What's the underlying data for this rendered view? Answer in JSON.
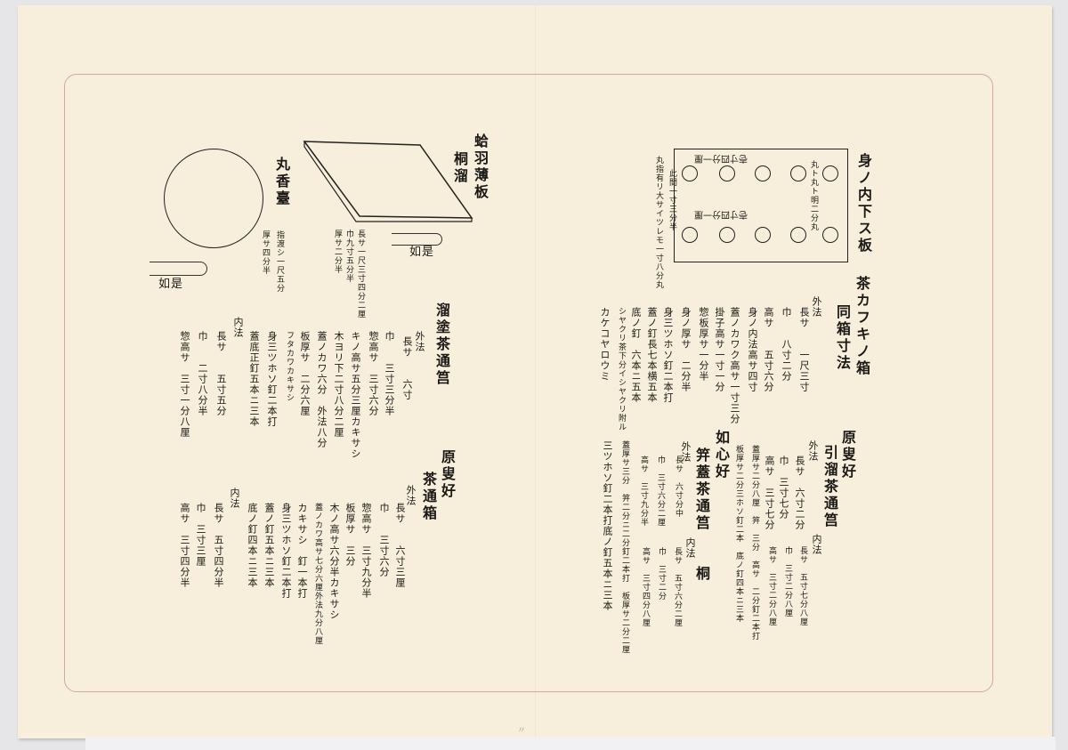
{
  "colors": {
    "paper": "#f7eedb",
    "frame": "#d6a79a",
    "ink": "#1b1a17",
    "background": "#e6e6e8"
  },
  "left_page": {
    "fig_round_tray": {
      "title": "丸香臺",
      "dims": [
        "指渡シ一尺五分",
        "厚サ四分半"
      ],
      "caption": "如是"
    },
    "fig_board": {
      "title": [
        "蛤羽薄板",
        "桐溜"
      ],
      "dims": [
        "長サ一尺三寸四分二厘",
        "巾九寸五分半",
        "厚サ二分半"
      ],
      "caption": "如是"
    },
    "section1": {
      "title": "溜塗茶通筥",
      "outer_label": "外法",
      "lines": [
        "長サ　　六寸",
        "巾　　三寸三分半",
        "惣高サ　三寸六分",
        "キノ高サ五分三厘カキサシ",
        "木ヨリ下二寸八分二厘",
        "蓋ノカワ六分　外法八分",
        "板厚サ　二分六厘",
        "フタカワカキサシ",
        "身三ツホソ釘二本打",
        "蓋底正釘五本ニ三本"
      ],
      "inner_label": "内法",
      "inner_lines": [
        "長サ　　五寸五分",
        "巾　　二寸八分半",
        "惣高サ　三寸一分八厘"
      ]
    },
    "section2": {
      "prefix": "原叟好",
      "title": "茶通箱",
      "outer_label": "外法",
      "lines": [
        "長サ　　六寸三厘",
        "巾　　三寸六分",
        "惣高サ　三寸九分半",
        "板厚サ　三分",
        "木ノ高サ六分半カキサシ",
        "蓋ノカワ高サ七分六厘外法九分八厘",
        "カキサシ　釘一本打",
        "身三ツホソ釘二本打",
        "蓋ノ釘五本ニ三本",
        "底ノ釘四本ニ三本"
      ],
      "inner_label": "内法",
      "inner_lines": [
        "長サ　五寸四分半",
        "巾　三寸三厘",
        "高サ　三寸四分半"
      ]
    }
  },
  "right_page": {
    "fig_inner_board": {
      "title": "身ノ内下ス板",
      "note_right": "丸ト丸ト明二分丸",
      "note_left1": "此間一寸三分半",
      "note_left2": "丸指有リ大サイツレモ一寸八分丸",
      "label_top": "壱寸四分一厘",
      "label_bottom": "壱寸四分一厘"
    },
    "section1": {
      "title": "茶カフキノ箱",
      "subtitle": "同箱寸法",
      "outer_label": "外法",
      "lines": [
        "長サ　　一尺三寸",
        "巾　　八寸二分",
        "高サ　　五寸六分",
        "身ノ内法高サ四寸",
        "蓋ノカワク高サ一寸三分",
        "掛子高サ一寸一分",
        "惣板厚サ一分半",
        "身ノ厚サ　二分半",
        "身三ツホソ釘二本打",
        "蓋ノ釘長七本横五本",
        "底ノ釘　六本ニ五本",
        "シヤクリ茶下分イシヤクリ附ル",
        "カケコヤロウミ"
      ]
    },
    "section2": {
      "prefix": "原叟好",
      "title": "引溜茶通筥",
      "outer_label": "外法",
      "lines": [
        "長サ　六寸二分",
        "巾　三寸七分",
        "高サ　三寸七分"
      ],
      "inner_label": "内法",
      "inner_lines": [
        "長サ　五寸七分八厘",
        "巾　三寸二分八厘",
        "高サ　三寸二分八厘"
      ],
      "extra_lines": [
        "蓋厚サ二分八厘　笄　三分　高サ　二分釘二本打",
        "板厚サ二分三ホソ釘二本　底ノ釘四本ニ三本"
      ]
    },
    "section3": {
      "prefix": "如心好",
      "title": "笄蓋茶通筥",
      "material": "桐",
      "outer_label": "外法",
      "lines": [
        "長サ　六寸分中",
        "巾　三寸六分二厘",
        "高サ　三寸九分半"
      ],
      "inner_label": "内法",
      "inner_lines": [
        "長サ　五寸六分二厘",
        "巾　三寸二分",
        "高サ　三寸四分八厘"
      ],
      "extra_lines": [
        "蓋厚サ三分　笄二分ニ二分釘二本打　板厚サ二分二厘",
        "三ツホソ釘二本打底ノ釘五本ニ三本"
      ]
    }
  },
  "page_mark": "〃"
}
